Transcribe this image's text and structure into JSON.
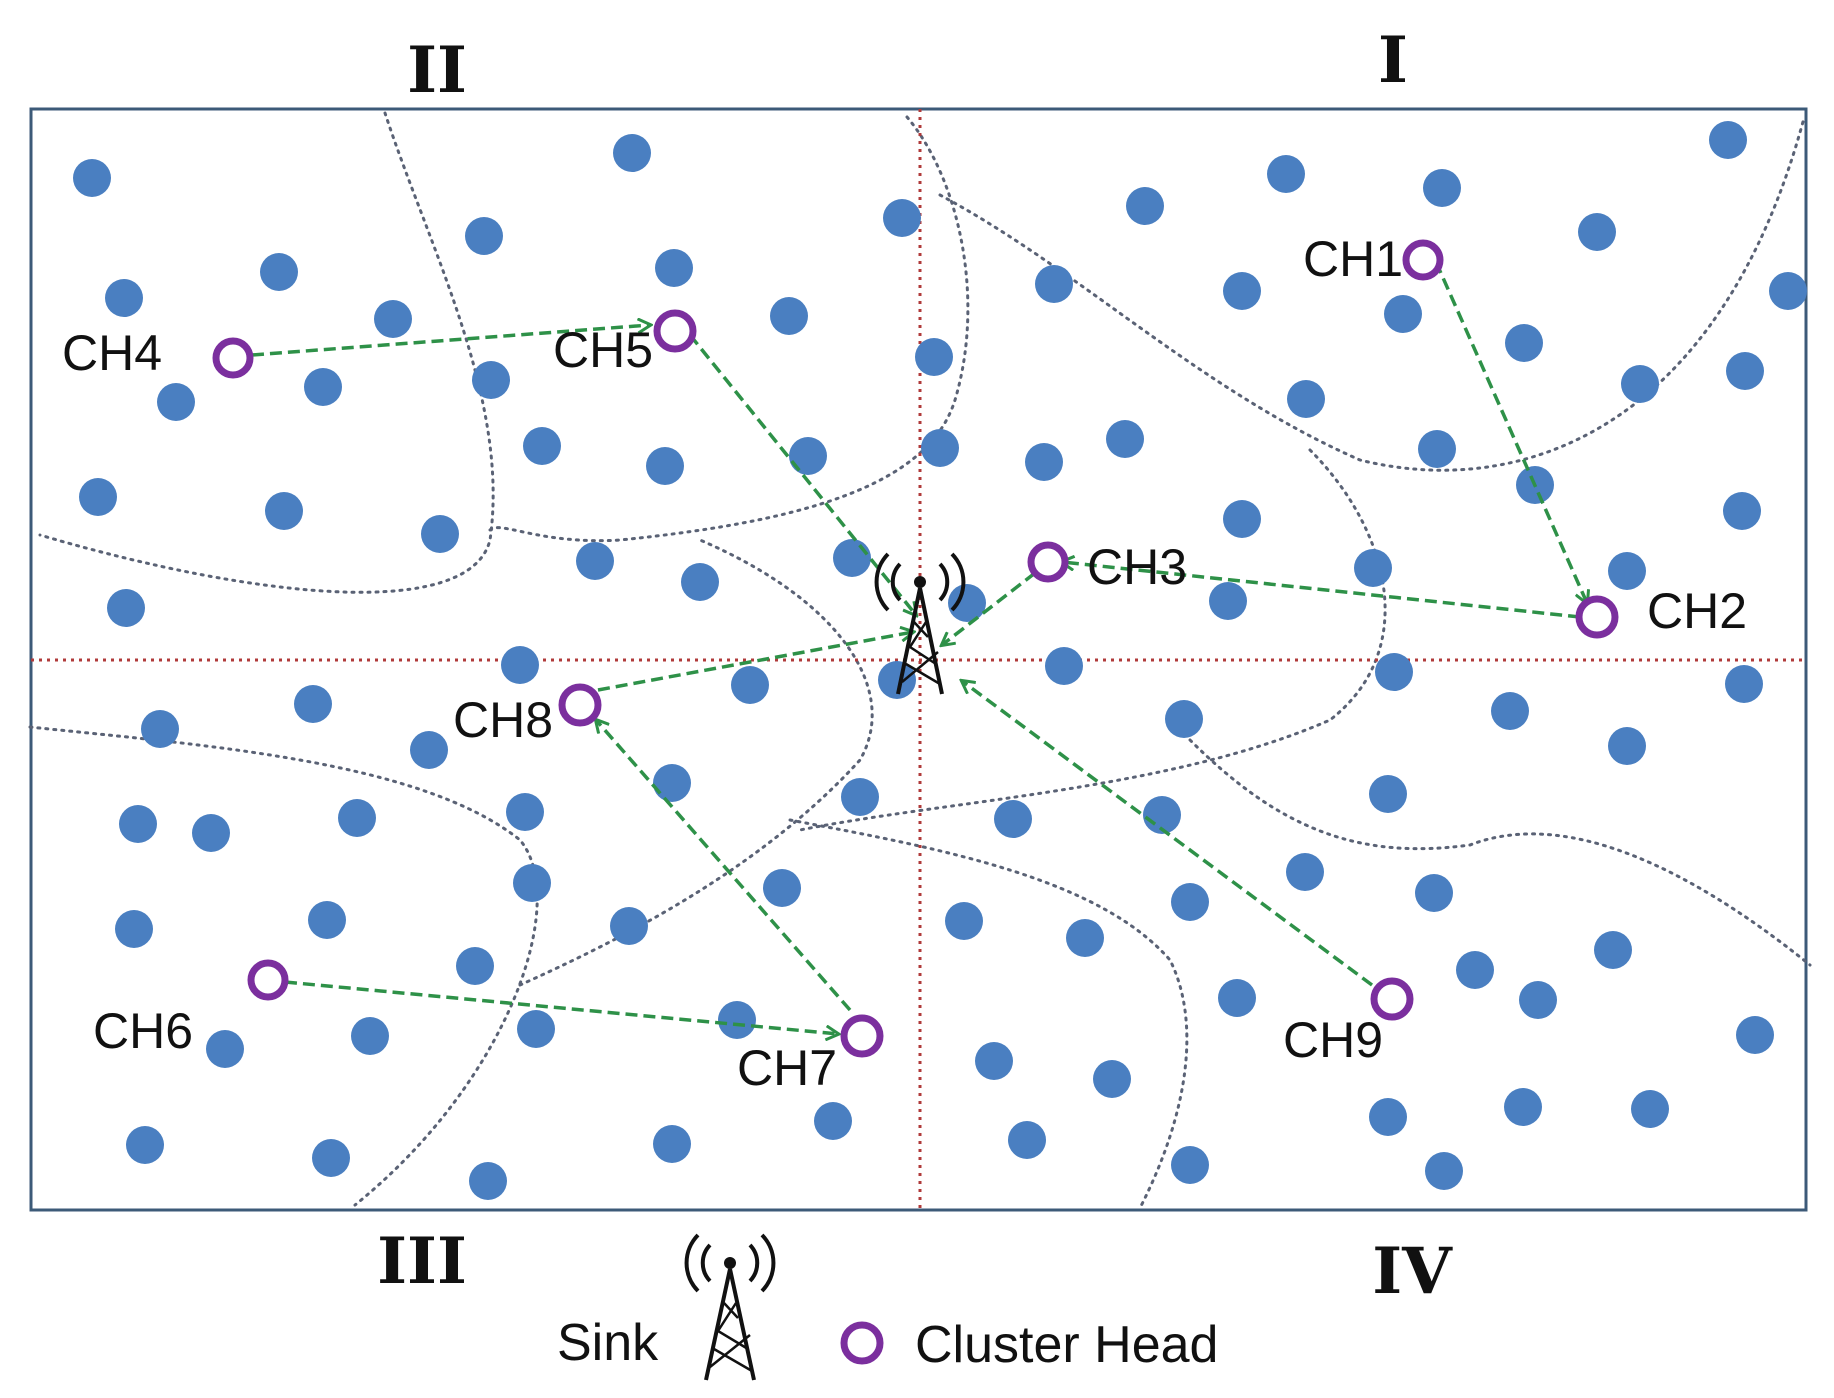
{
  "quadrants": {
    "q1": "I",
    "q2": "II",
    "q3": "III",
    "q4": "IV"
  },
  "cluster_heads": [
    {
      "id": "CH1",
      "label": "CH1"
    },
    {
      "id": "CH2",
      "label": "CH2"
    },
    {
      "id": "CH3",
      "label": "CH3"
    },
    {
      "id": "CH4",
      "label": "CH4"
    },
    {
      "id": "CH5",
      "label": "CH5"
    },
    {
      "id": "CH6",
      "label": "CH6"
    },
    {
      "id": "CH7",
      "label": "CH7"
    },
    {
      "id": "CH8",
      "label": "CH8"
    },
    {
      "id": "CH9",
      "label": "CH9"
    }
  ],
  "links": [
    {
      "from": "CH4",
      "to": "CH5"
    },
    {
      "from": "CH5",
      "to": "Sink"
    },
    {
      "from": "CH1",
      "to": "CH2"
    },
    {
      "from": "CH2",
      "to": "CH3"
    },
    {
      "from": "CH3",
      "to": "Sink"
    },
    {
      "from": "CH8",
      "to": "Sink"
    },
    {
      "from": "CH6",
      "to": "CH7"
    },
    {
      "from": "CH7",
      "to": "CH8"
    },
    {
      "from": "CH9",
      "to": "Sink"
    }
  ],
  "legend": {
    "sink_label": "Sink",
    "cluster_head_label": "Cluster Head"
  },
  "colors": {
    "sensor_node": "#4a7fc1",
    "cluster_head": "#7b2f9e",
    "link": "#2e9148",
    "axis": "#b03a3a",
    "boundary": "#5a6275",
    "frame": "#3c5a78"
  }
}
